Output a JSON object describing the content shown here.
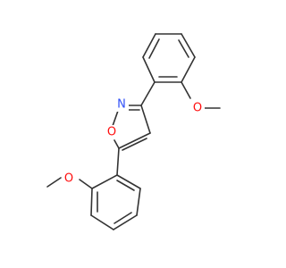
{
  "molecule": {
    "atoms": {
      "oxygen_ring": "O",
      "nitrogen_ring": "N",
      "oxygen_methoxy_upper": "O",
      "oxygen_methoxy_lower": "O"
    },
    "colors": {
      "bond": "#333333",
      "oxygen": "#ff0d0d",
      "nitrogen": "#3050f8"
    }
  }
}
